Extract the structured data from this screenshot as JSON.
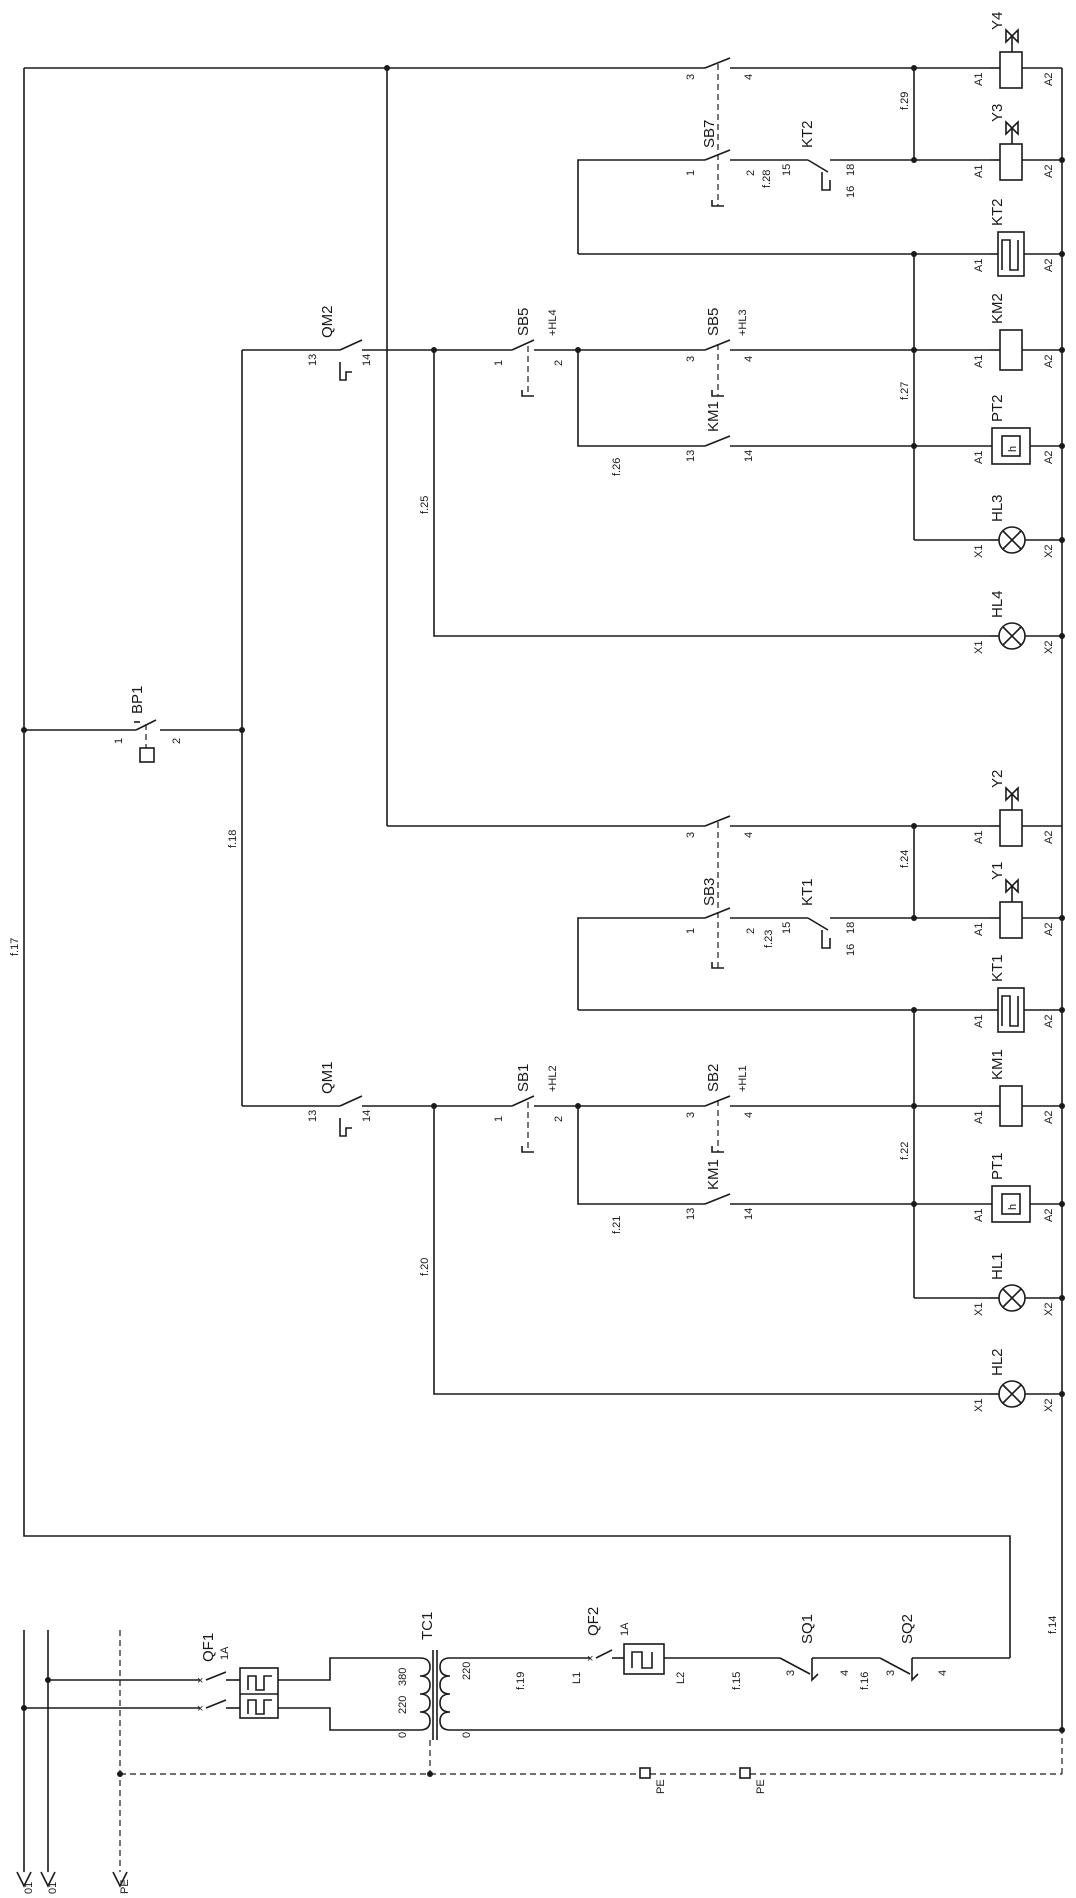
{
  "supply": {
    "phase_1": "01",
    "phase_2": "01",
    "pe": "PE",
    "pe_terminal_1": "PE",
    "pe_terminal_2": "PE"
  },
  "breakers": {
    "qf1": "QF1",
    "qf1_rating": "1A",
    "qf2": "QF2",
    "qf2_rating": "1A",
    "qf2_l1": "L1",
    "qf2_l2": "L2"
  },
  "transformer": {
    "name": "TC1",
    "primary_0": "0",
    "primary_220": "220",
    "primary_380": "380",
    "secondary_0": "0",
    "secondary_220": "220"
  },
  "limit_switches": {
    "sq1": "SQ1",
    "sq1_in": "3",
    "sq1_out": "4",
    "sq2": "SQ2",
    "sq2_in": "3",
    "sq2_out": "4"
  },
  "wires": {
    "f14": "f.14",
    "f15": "f.15",
    "f16": "f.16",
    "f17": "f.17",
    "f18": "f.18",
    "f19": "f.19",
    "f20": "f.20",
    "f21": "f.21",
    "f22": "f.22",
    "f23": "f.23",
    "f24": "f.24",
    "f25": "f.25",
    "f26": "f.26",
    "f27": "f.27",
    "f28": "f.28",
    "f29": "f.29"
  },
  "pressure_switch": {
    "name": "BP1",
    "pin1": "1",
    "pin2": "2"
  },
  "circuit_1": {
    "qm": "QM1",
    "qm_13": "13",
    "qm_14": "14",
    "sb1": "SB1",
    "sb1_1": "1",
    "sb1_2": "2",
    "sb1_lamp": "+HL2",
    "sb2": "SB2",
    "sb2_3": "3",
    "sb2_4": "4",
    "sb2_lamp": "+HL1",
    "km_contact": "KM1",
    "km_contact_13": "13",
    "km_contact_14": "14",
    "sb3": "SB3",
    "sb3_1": "1",
    "sb3_2": "2",
    "sb3_3": "3",
    "sb3_4": "4",
    "kt": "KT1",
    "kt_15": "15",
    "kt_16": "16",
    "kt_18": "18",
    "hl2": "HL2",
    "hl1": "HL1",
    "pt": "PT1",
    "pt_h": "h",
    "km_coil": "KM1",
    "kt_coil": "KT1",
    "y1": "Y1",
    "y2": "Y2"
  },
  "circuit_2": {
    "qm": "QM2",
    "qm_13": "13",
    "qm_14": "14",
    "sb5a": "SB5",
    "sb5a_1": "1",
    "sb5a_2": "2",
    "sb5a_lamp": "+HL4",
    "sb5b": "SB5",
    "sb5b_3": "3",
    "sb5b_4": "4",
    "sb5b_lamp": "+HL3",
    "km_contact": "KM1",
    "km_contact_13": "13",
    "km_contact_14": "14",
    "sb7": "SB7",
    "sb7_1": "1",
    "sb7_2": "2",
    "sb7_3": "3",
    "sb7_4": "4",
    "kt": "KT2",
    "kt_15": "15",
    "kt_16": "16",
    "kt_18": "18",
    "hl4": "HL4",
    "hl3": "HL3",
    "pt": "PT2",
    "pt_h": "h",
    "km_coil": "KM2",
    "kt_coil": "KT2",
    "y3": "Y3",
    "y4": "Y4"
  },
  "pins": {
    "a1": "A1",
    "a2": "A2",
    "x1": "X1",
    "x2": "X2"
  }
}
